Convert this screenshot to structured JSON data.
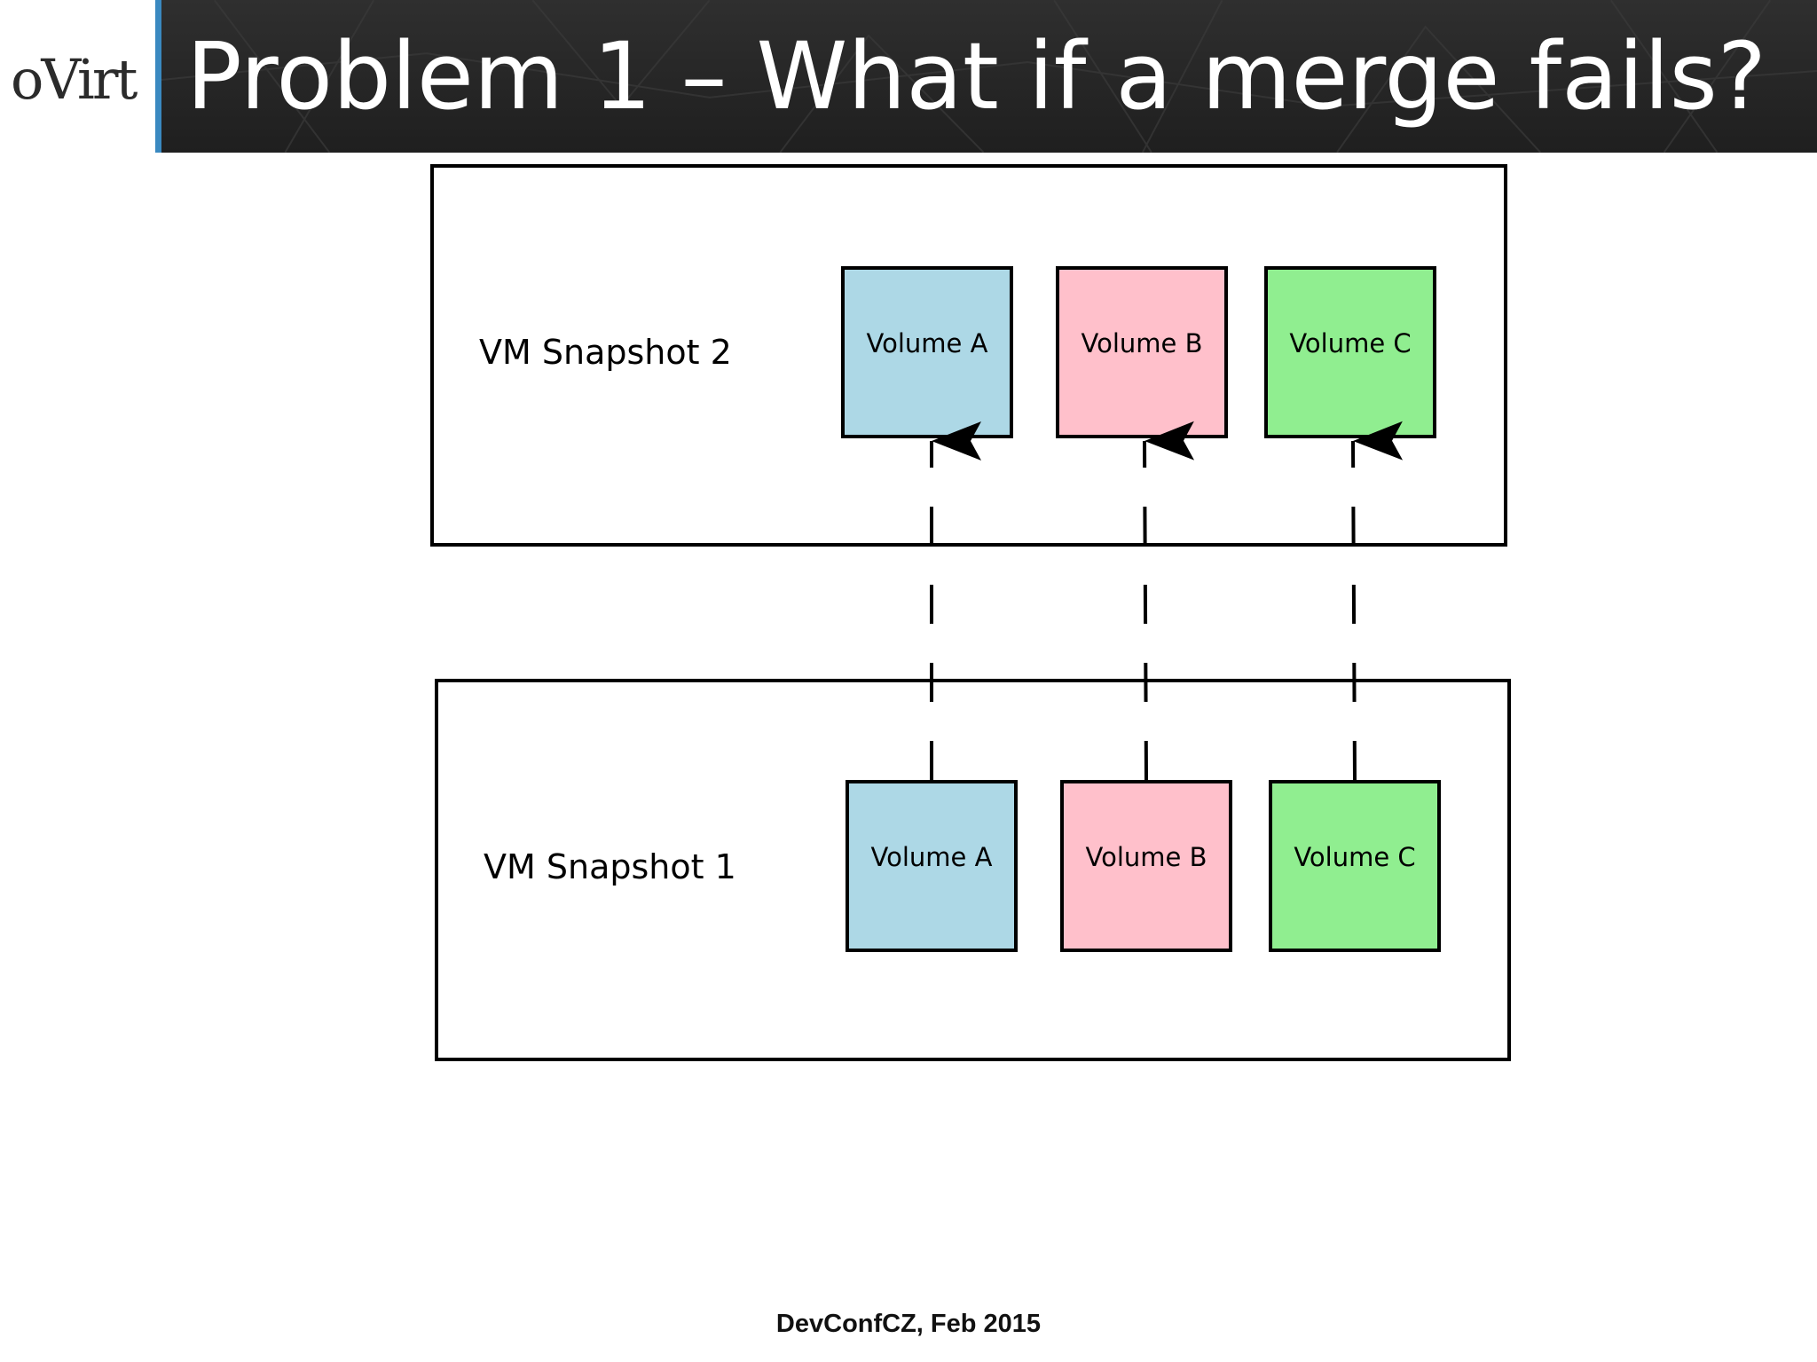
{
  "header": {
    "logo_text": "oVirt",
    "title": "Problem 1 – What if a merge fails?",
    "accent_color": "#3a89c0",
    "bar_color": "#262626"
  },
  "diagram": {
    "snapshots": [
      {
        "label": "VM Snapshot 2",
        "volumes": [
          {
            "label": "Volume A",
            "color": "#add8e6"
          },
          {
            "label": "Volume B",
            "color": "#ffc0cb"
          },
          {
            "label": "Volume C",
            "color": "#90ee90"
          }
        ]
      },
      {
        "label": "VM Snapshot 1",
        "volumes": [
          {
            "label": "Volume A",
            "color": "#add8e6"
          },
          {
            "label": "Volume B",
            "color": "#ffc0cb"
          },
          {
            "label": "Volume C",
            "color": "#90ee90"
          }
        ]
      }
    ],
    "arrows": [
      {
        "from": "VM Snapshot 1 / Volume A",
        "to": "VM Snapshot 2 / Volume A",
        "style": "dashed"
      },
      {
        "from": "VM Snapshot 1 / Volume B",
        "to": "VM Snapshot 2 / Volume B",
        "style": "dashed"
      },
      {
        "from": "VM Snapshot 1 / Volume C",
        "to": "VM Snapshot 2 / Volume C",
        "style": "dashed"
      }
    ]
  },
  "footer": {
    "text": "DevConfCZ, Feb 2015"
  }
}
